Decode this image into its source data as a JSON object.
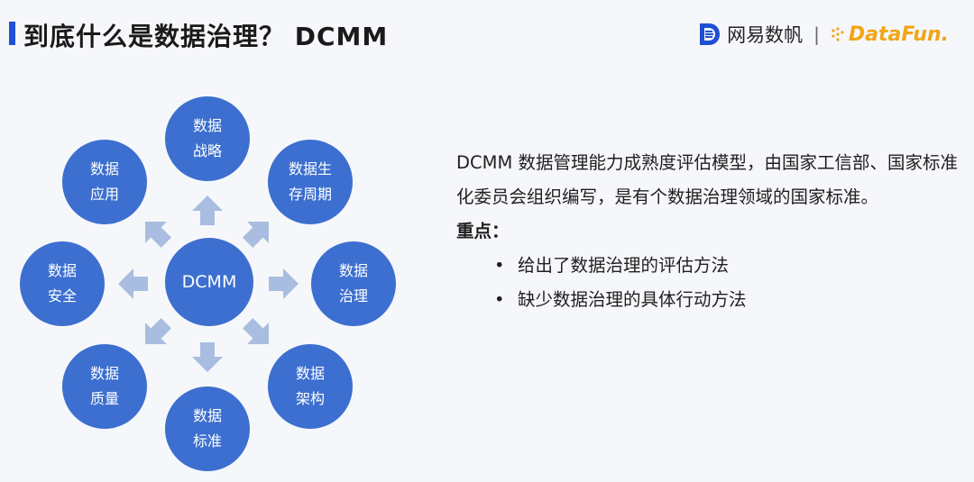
{
  "header": {
    "title": "到底什么是数据治理？ DCMM",
    "logo_text": "网易数帆",
    "logo_separator": "|",
    "partner_logo": "DataFun."
  },
  "diagram": {
    "center": "DCMM",
    "nodes": [
      {
        "key": "strategy",
        "line1": "数据",
        "line2": "战略"
      },
      {
        "key": "lifecycle",
        "line1": "数据生",
        "line2": "存周期"
      },
      {
        "key": "governance",
        "line1": "数据",
        "line2": "治理"
      },
      {
        "key": "architecture",
        "line1": "数据",
        "line2": "架构"
      },
      {
        "key": "standard",
        "line1": "数据",
        "line2": "标准"
      },
      {
        "key": "quality",
        "line1": "数据",
        "line2": "质量"
      },
      {
        "key": "security",
        "line1": "数据",
        "line2": "安全"
      },
      {
        "key": "application",
        "line1": "数据",
        "line2": "应用"
      }
    ]
  },
  "description": {
    "intro": "DCMM 数据管理能力成熟度评估模型，由国家工信部、国家标准化委员会组织编写，是有个数据治理领域的国家标准。",
    "key_label": "重点：",
    "bullet_mark": "•",
    "points": [
      "给出了数据治理的评估方法",
      "缺少数据治理的具体行动方法"
    ]
  },
  "colors": {
    "node_fill": "#3c6fcf",
    "arrow_fill": "#a9bde0",
    "title_accent": "#1f4fd6",
    "partner_logo": "#f2a515"
  }
}
